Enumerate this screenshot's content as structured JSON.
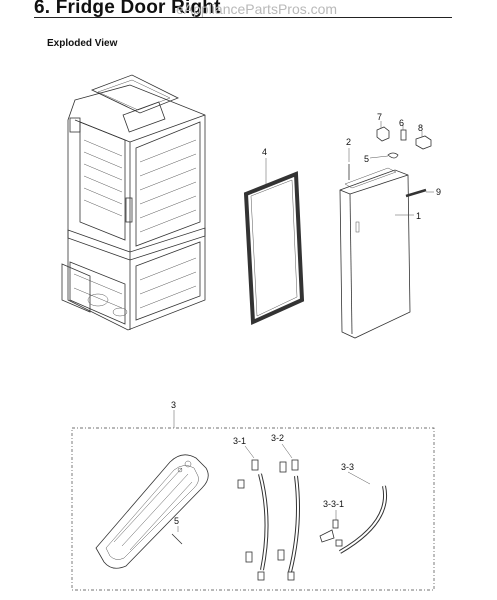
{
  "header": {
    "title": "6.  Fridge Door Right",
    "watermark": "eAppliancePartsPros.com",
    "section": "Exploded View"
  },
  "callouts": {
    "gasket": "4",
    "screw_a": "2",
    "part_7": "7",
    "part_6": "6",
    "part_8": "8",
    "part_5_top": "5",
    "part_9": "9",
    "door": "1",
    "assembly": "3",
    "part_3_1": "3-1",
    "part_3_2": "3-2",
    "part_3_3": "3-3",
    "part_3_3_1": "3-3-1",
    "part_5_bottom": "5"
  }
}
